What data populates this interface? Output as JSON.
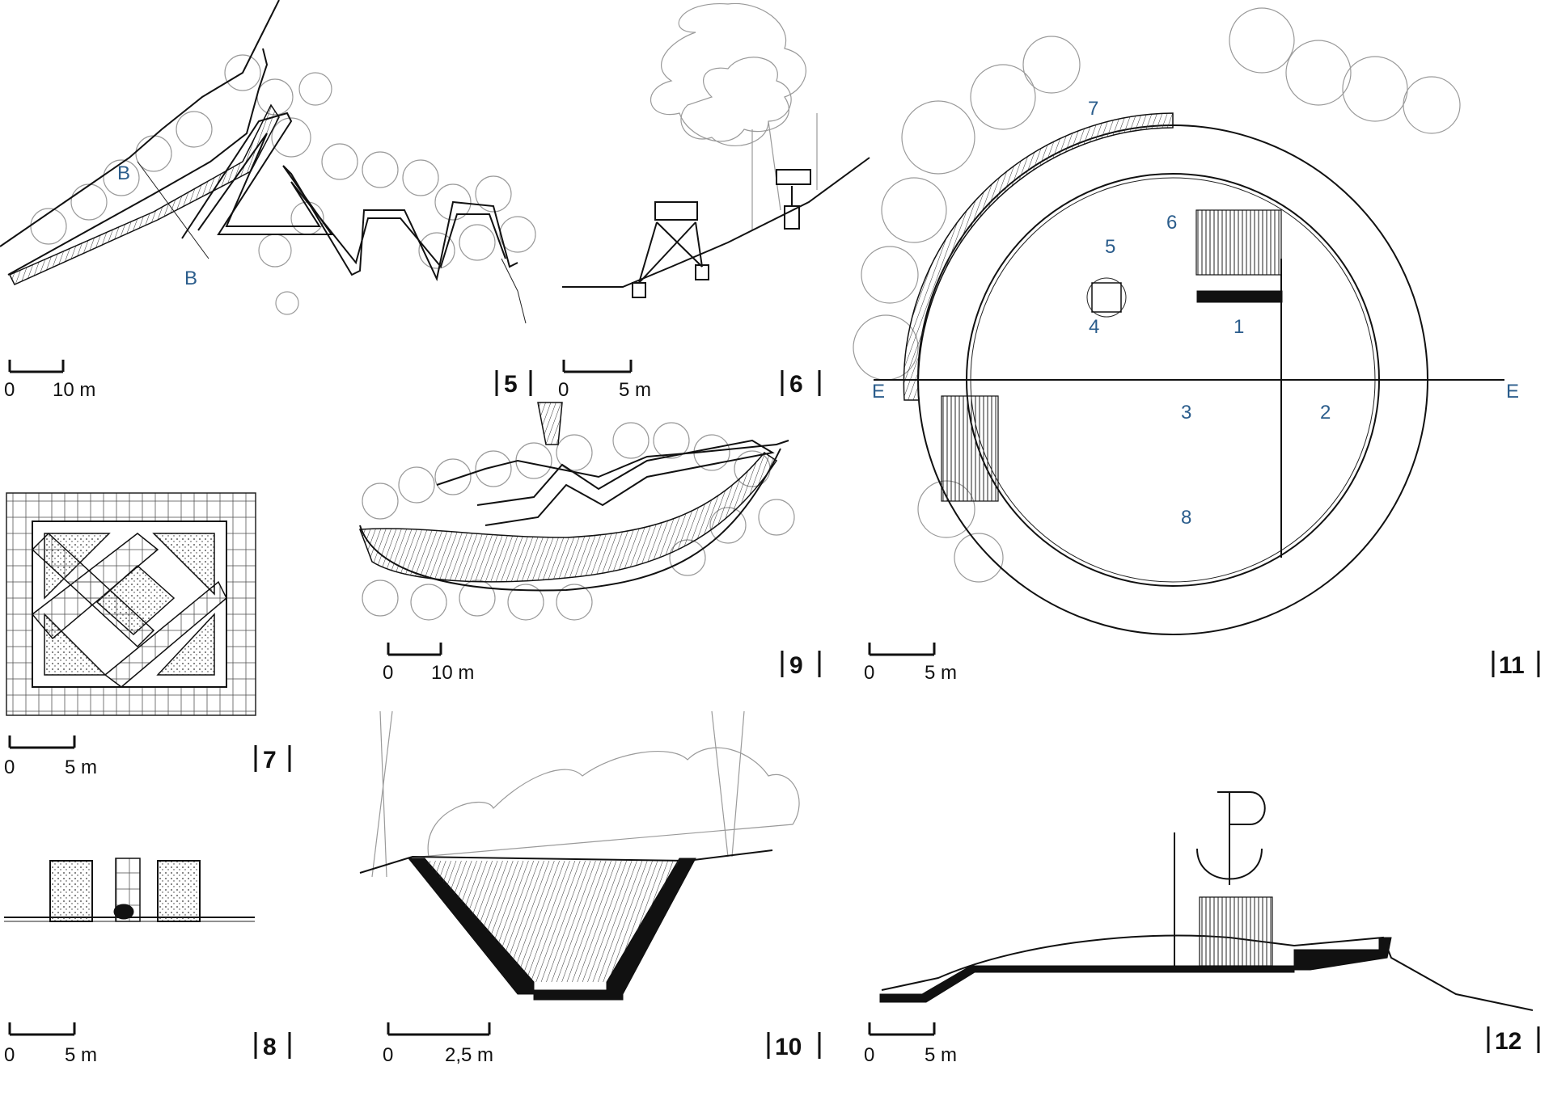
{
  "figures": [
    {
      "id": "fig5",
      "number": "5",
      "scale": {
        "zero": "0",
        "value": "10 m"
      },
      "labels": [
        "B",
        "B"
      ]
    },
    {
      "id": "fig6",
      "number": "6",
      "scale": {
        "zero": "0",
        "value": "5 m"
      }
    },
    {
      "id": "fig7",
      "number": "7",
      "scale": {
        "zero": "0",
        "value": "5 m"
      }
    },
    {
      "id": "fig8",
      "number": "8",
      "scale": {
        "zero": "0",
        "value": "5 m"
      }
    },
    {
      "id": "fig9",
      "number": "9",
      "scale": {
        "zero": "0",
        "value": "10 m"
      }
    },
    {
      "id": "fig10",
      "number": "10",
      "scale": {
        "zero": "0",
        "value": "2,5 m"
      }
    },
    {
      "id": "fig11",
      "number": "11",
      "scale": {
        "zero": "0",
        "value": "5 m"
      },
      "callouts": [
        "1",
        "2",
        "3",
        "4",
        "5",
        "6",
        "7",
        "8"
      ],
      "section_marks": [
        "E",
        "E"
      ]
    },
    {
      "id": "fig12",
      "number": "12",
      "scale": {
        "zero": "0",
        "value": "5 m"
      }
    }
  ],
  "colors": {
    "linework": "#111111",
    "callout": "#2b5d8c",
    "tree": "#9a9a9a"
  }
}
